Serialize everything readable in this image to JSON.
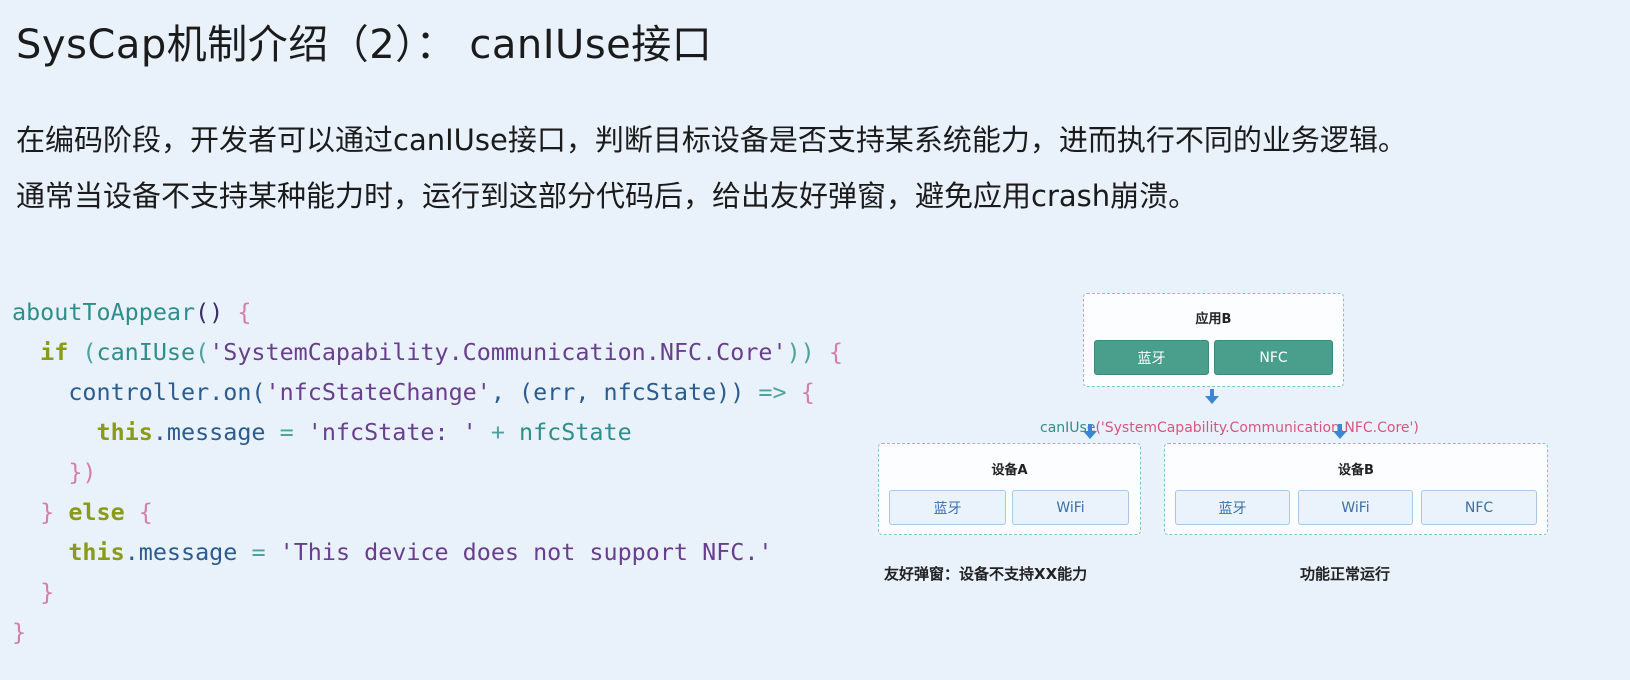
{
  "title": "SysCap机制介绍（2）：  canIUse接口",
  "paragraph": {
    "line1": "在编码阶段，开发者可以通过canIUse接口，判断目标设备是否支持某系统能力，进而执行不同的业务逻辑。",
    "line2": "通常当设备不支持某种能力时，运行到这部分代码后，给出友好弹窗，避免应用crash崩溃。"
  },
  "code": {
    "l1_fn": "aboutToAppear",
    "l1_paren": "() ",
    "l1_brace": "{",
    "l2_indent": "  ",
    "l2_if": "if",
    "l2_open": " (",
    "l2_fn": "canIUse",
    "l2_paren_open": "(",
    "l2_str": "'SystemCapability.Communication.NFC.Core'",
    "l2_close": ")) ",
    "l2_brace": "{",
    "l3_indent": "    ",
    "l3_obj": "controller",
    "l3_on": ".on(",
    "l3_str": "'nfcStateChange'",
    "l3_args": ", (err, nfcState)) ",
    "l3_arrow": "=>",
    "l3_space": " ",
    "l3_brace": "{",
    "l4_indent": "      ",
    "l4_this": "this",
    "l4_prop": ".message ",
    "l4_eq": "=",
    "l4_str": " 'nfcState: ' ",
    "l4_plus": "+",
    "l4_var": " nfcState",
    "l5_indent": "    ",
    "l5_close": "})",
    "l6_indent": "  ",
    "l6_brace1": "}",
    "l6_else": " else ",
    "l6_brace2": "{",
    "l7_indent": "    ",
    "l7_this": "this",
    "l7_prop": ".message ",
    "l7_eq": "=",
    "l7_str": " 'This device does not support NFC.'",
    "l8_indent": "  ",
    "l8_brace": "}",
    "l9_brace": "}"
  },
  "diagram": {
    "app_b": {
      "title": "应用B",
      "tiles": [
        "蓝牙",
        "NFC"
      ]
    },
    "api_call": {
      "fn": "canIUse",
      "arg": "('SystemCapability.Communication.NFC.Core')"
    },
    "device_a": {
      "title": "设备A",
      "tiles": [
        "蓝牙",
        "WiFi"
      ],
      "caption": "友好弹窗：设备不支持XX能力"
    },
    "device_b": {
      "title": "设备B",
      "tiles": [
        "蓝牙",
        "WiFi",
        "NFC"
      ],
      "caption": "功能正常运行"
    },
    "colors": {
      "green_tile": "#4a9f8c",
      "blue_tile_text": "#3b6fa8",
      "dashed_border": "#7cc8bd",
      "arrow": "#3a86d4"
    }
  }
}
